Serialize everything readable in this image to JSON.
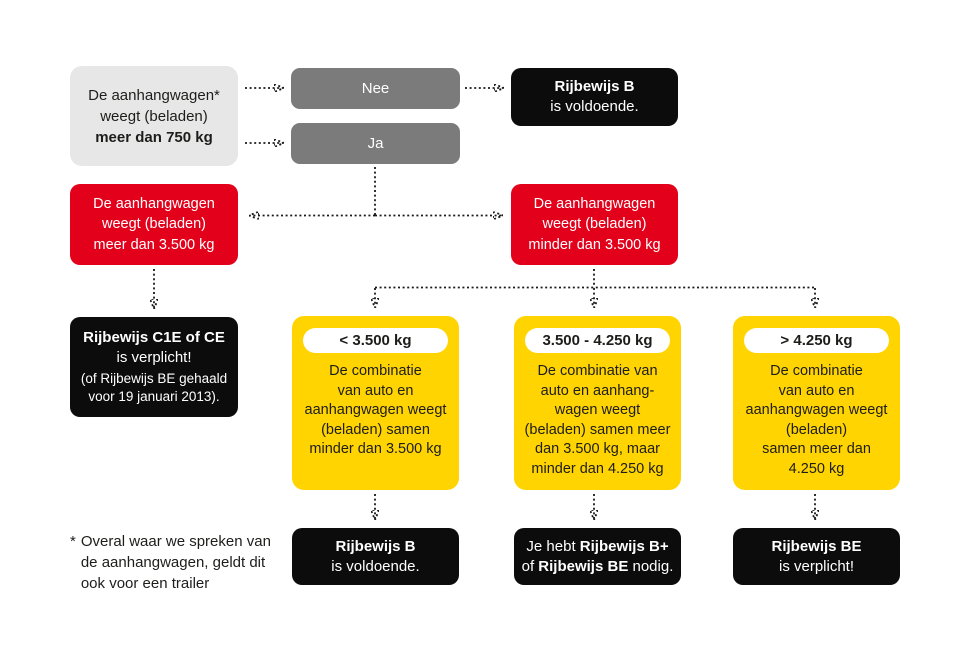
{
  "colors": {
    "red": "#e2001a",
    "yellow": "#ffd400",
    "gray_dark": "#7b7b7b",
    "gray_light": "#e7e7e7",
    "ink": "#0c0c0c"
  },
  "start": {
    "line1": "De aanhangwagen*",
    "line2": "weegt (beladen)",
    "line3_bold": "meer dan 750 kg"
  },
  "answers": {
    "no": "Nee",
    "yes": "Ja"
  },
  "outcome_top": {
    "bold": "Rijbewijs B",
    "rest": "is voldoende."
  },
  "red_left": {
    "text": "De aanhangwagen\nweegt (beladen)\nmeer dan 3.500 kg"
  },
  "red_right": {
    "text": "De aanhangwagen\nweegt (beladen)\nminder dan 3.500 kg"
  },
  "outcome_heavy": {
    "bold": "Rijbewijs C1E of CE",
    "line2": "is verplicht!",
    "note": "(of Rijbewijs BE gehaald\nvoor 19 januari 2013)."
  },
  "branches": [
    {
      "header": "< 3.500 kg",
      "body": "De combinatie\nvan auto en\naanhangwagen weegt\n(beladen) samen\nminder dan 3.500 kg"
    },
    {
      "header": "3.500 - 4.250 kg",
      "body": "De combinatie van\nauto en aanhang-\nwagen weegt\n(beladen) samen meer\ndan 3.500 kg, maar\nminder dan 4.250 kg"
    },
    {
      "header": "> 4.250 kg",
      "body": "De combinatie\nvan auto en\naanhangwagen weegt\n(beladen)\nsamen meer dan\n4.250 kg"
    }
  ],
  "outcomes": {
    "b": {
      "bold": "Rijbewijs B",
      "rest": "is voldoende."
    },
    "bplus": {
      "seg1": "Je hebt ",
      "seg2": "Rijbewijs B+",
      "seg3": "of ",
      "seg4": "Rijbewijs BE",
      "seg5": " nodig."
    },
    "be": {
      "bold": "Rijbewijs BE",
      "rest": "is verplicht!"
    }
  },
  "footnote": {
    "marker": "*",
    "text": "Overal waar we spreken van\nde aanhangwagen, geldt dit\nook voor een trailer"
  }
}
